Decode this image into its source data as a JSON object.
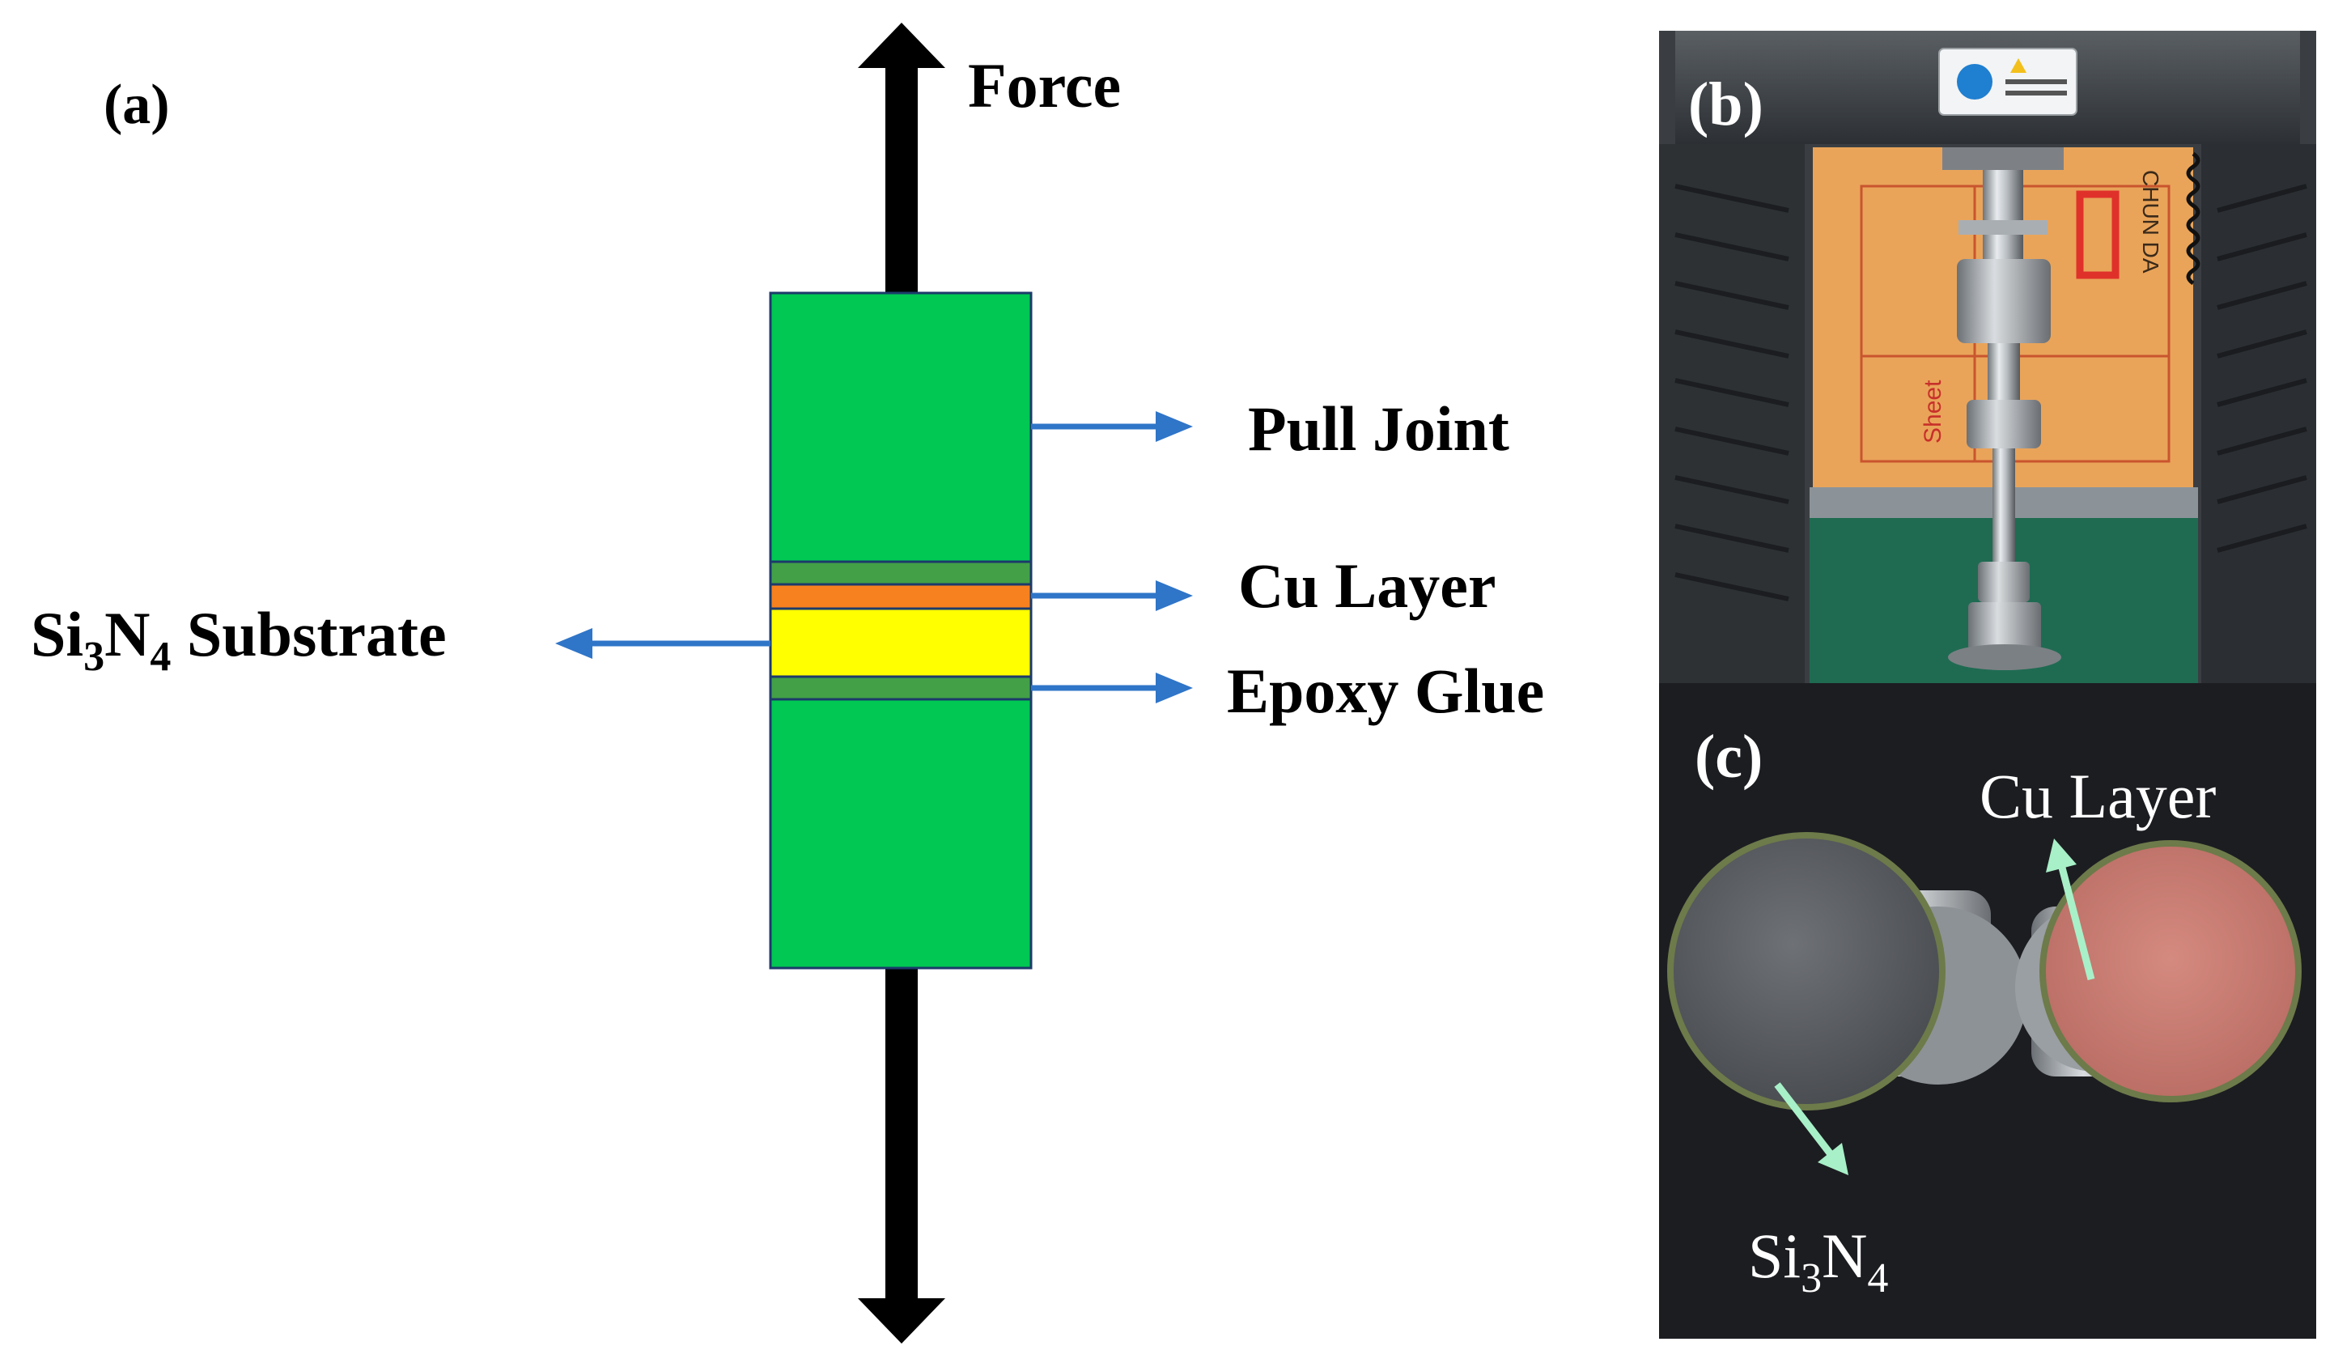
{
  "panel_a": {
    "label": "(a)",
    "force_label": "Force",
    "annotations": {
      "pull_joint": "Pull Joint",
      "cu_layer": "Cu Layer",
      "epoxy_glue": "Epoxy Glue",
      "substrate_main": "Si",
      "substrate_sub1": "3",
      "substrate_mid": "N",
      "substrate_sub2": "4",
      "substrate_tail": " Substrate"
    },
    "colors": {
      "pull_joint": "#00c853",
      "epoxy_band": "#43a047",
      "cu_layer": "#f7811f",
      "substrate": "#ffff00",
      "pointer": "#2f75c8",
      "force_arrow": "#000000"
    }
  },
  "panel_b": {
    "label": "(b)",
    "machine_brand_text": "CHUN DA",
    "sheet_text": "Sheet"
  },
  "panel_c": {
    "label": "(c)",
    "cu_layer_label": "Cu Layer",
    "si3n4_main": "Si",
    "si3n4_sub1": "3",
    "si3n4_mid": "N",
    "si3n4_sub2": "4",
    "pointer_color": "#a8f0c8"
  }
}
